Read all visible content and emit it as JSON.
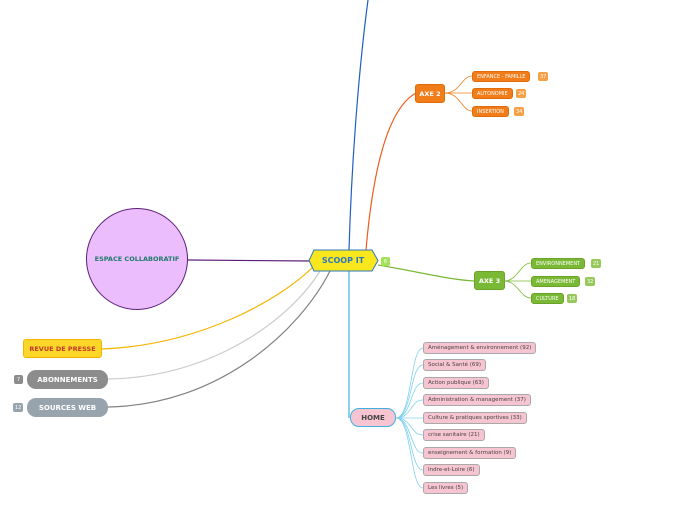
{
  "central": {
    "label": "SCOOP IT",
    "badge": "6"
  },
  "espace": {
    "label": "ESPACE COLLABORATIF"
  },
  "revue": {
    "label": "REVUE DE PRESSE"
  },
  "abonnements": {
    "label": "ABONNEMENTS",
    "badge": "7"
  },
  "sources": {
    "label": "SOURCES WEB",
    "badge": "12"
  },
  "axe2": {
    "label": "AXE 2",
    "children": [
      {
        "label": "ENFANCE - FAMILLE",
        "count": "37"
      },
      {
        "label": "AUTONOMIE",
        "count": "24"
      },
      {
        "label": "INSERTION",
        "count": "34"
      }
    ]
  },
  "axe3": {
    "label": "AXE 3",
    "children": [
      {
        "label": "ENVIRONNEMENT",
        "count": "21"
      },
      {
        "label": "AMENAGEMENT",
        "count": "32"
      },
      {
        "label": "CULTURE",
        "count": "18"
      }
    ]
  },
  "home": {
    "label": "HOME",
    "children": [
      "Aménagement & environnement (92)",
      "Social & Santé (69)",
      "Action publique (63)",
      "Administration & management (37)",
      "Culture & pratiques sportives (33)",
      "crise sanitaire (21)",
      "enseignement & formation (9)",
      "Indre-et-Loire (6)",
      "Les livres (5)"
    ]
  },
  "colors": {
    "axe1_link": "#1f5fbf",
    "axe2": "#f07d1a",
    "axe3": "#7ab935",
    "home": "#3fb0e0",
    "espace": "#5b1f7a",
    "revue": "#f5b400",
    "abonnements": "#c8c8c8",
    "sources": "#808080"
  }
}
